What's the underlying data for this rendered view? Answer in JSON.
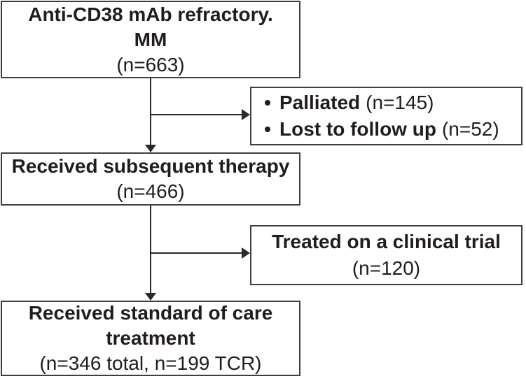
{
  "colors": {
    "background": "#ffffff",
    "box_bg": "#ffffff",
    "border": "#3e3e3e",
    "text": "#211d1e",
    "arrow": "#2a2a2a"
  },
  "flowchart": {
    "population_box": {
      "title_lines": [
        "Anti-CD38 mAb refractory.",
        "MM"
      ],
      "count": "(n=663)"
    },
    "excluded_box": {
      "bullet": "•",
      "items": [
        {
          "label": "Palliated",
          "count": "(n=145)"
        },
        {
          "label": "Lost to follow up",
          "count": "(n=52)"
        }
      ]
    },
    "subsequent_box": {
      "title": "Received subsequent therapy",
      "count": "(n=466)"
    },
    "trial_box": {
      "title": "Treated on a clinical trial",
      "count": "(n=120)"
    },
    "soc_box": {
      "title_lines": [
        "Received standard of care",
        "treatment"
      ],
      "count": "(n=346 total, n=199 TCR)"
    }
  }
}
